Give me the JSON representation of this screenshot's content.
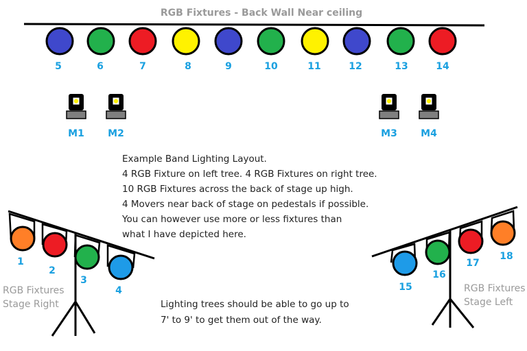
{
  "title": "RGB Fixtures  - Back Wall Near ceiling",
  "back_wall_fixtures": [
    {
      "label": "5",
      "color": "#3f48cc"
    },
    {
      "label": "6",
      "color": "#22b14c"
    },
    {
      "label": "7",
      "color": "#ed1c24"
    },
    {
      "label": "8",
      "color": "#fff200"
    },
    {
      "label": "9",
      "color": "#3f48cc"
    },
    {
      "label": "10",
      "color": "#22b14c"
    },
    {
      "label": "11",
      "color": "#fff200"
    },
    {
      "label": "12",
      "color": "#3f48cc"
    },
    {
      "label": "13",
      "color": "#22b14c"
    },
    {
      "label": "14",
      "color": "#ed1c24"
    }
  ],
  "movers": [
    "M1",
    "M2",
    "M3",
    "M4"
  ],
  "notes": [
    "Example Band Lighting Layout.",
    "4 RGB Fixture on left tree.  4 RGB Fixtures on right tree.",
    "10 RGB Fixtures across the back of stage up high.",
    "4 Movers near back of stage on pedestals if possible.",
    "You can however use more or less fixtures than",
    "what I have depicted here."
  ],
  "left_tree": {
    "label_line1": "RGB Fixtures",
    "label_line2": "Stage Right",
    "fixtures": [
      {
        "label": "1",
        "color": "#ff7f27"
      },
      {
        "label": "2",
        "color": "#ed1c24"
      },
      {
        "label": "3",
        "color": "#22b14c"
      },
      {
        "label": "4",
        "color": "#1e9be8"
      }
    ]
  },
  "right_tree": {
    "label_line1": "RGB Fixtures",
    "label_line2": "Stage Left",
    "fixtures": [
      {
        "label": "15",
        "color": "#1e9be8"
      },
      {
        "label": "16",
        "color": "#22b14c"
      },
      {
        "label": "17",
        "color": "#ed1c24"
      },
      {
        "label": "18",
        "color": "#ff7f27"
      }
    ]
  },
  "tree_note": [
    "Lighting trees should be able to go up to",
    "7' to 9' to get them out of the way."
  ]
}
